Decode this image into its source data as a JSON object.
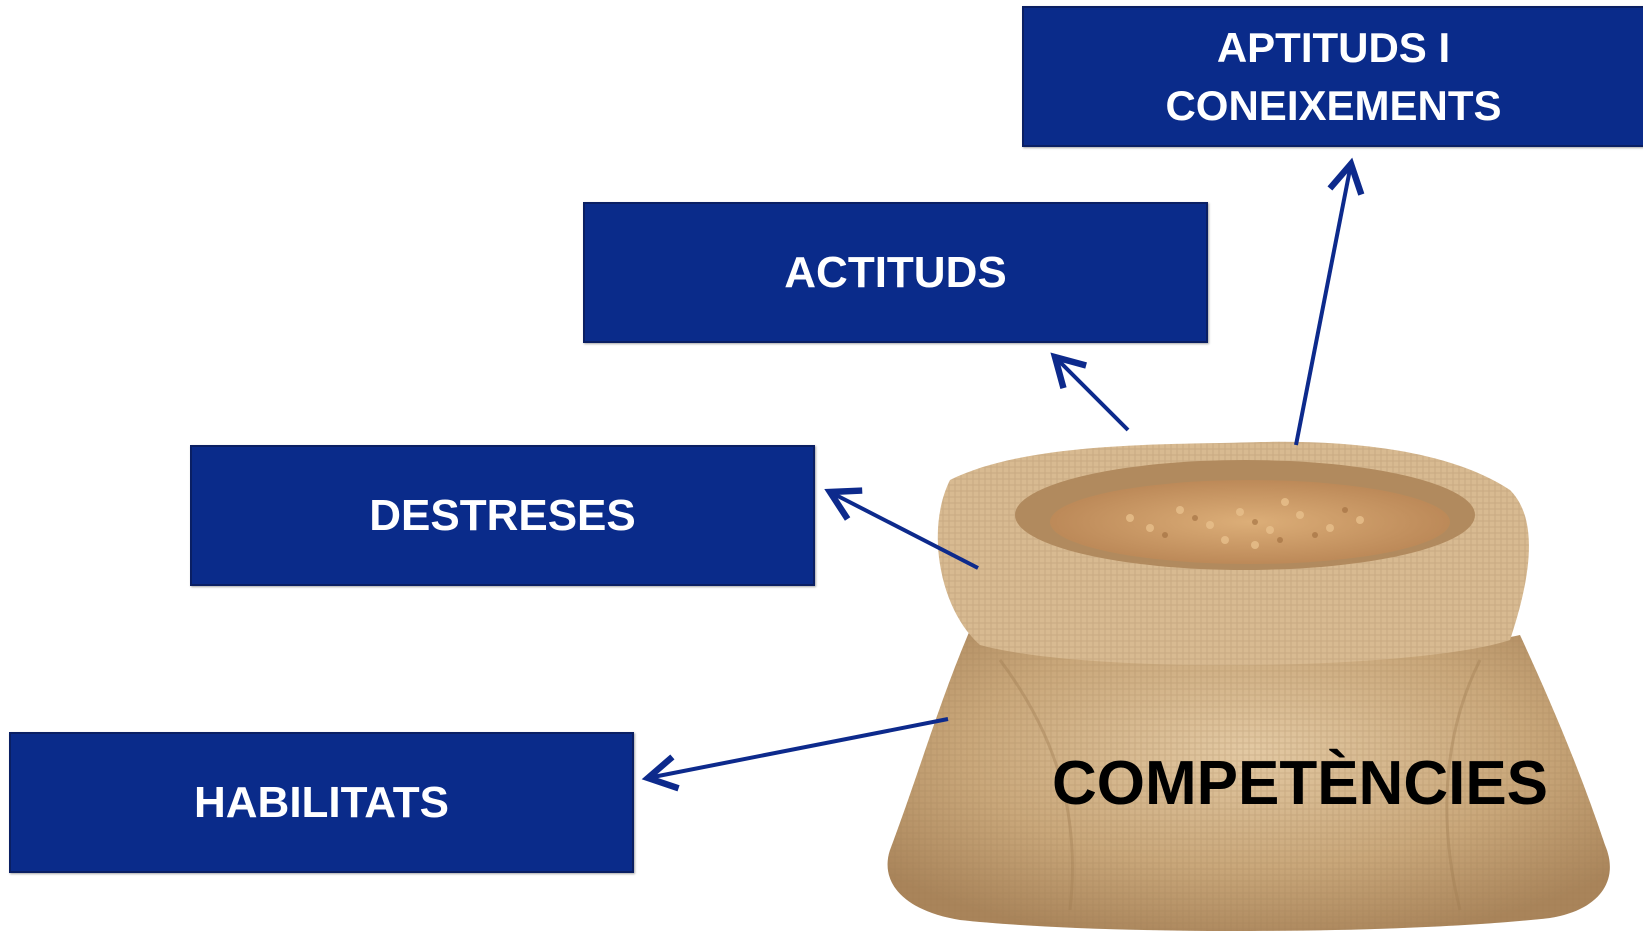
{
  "boxes": {
    "aptituds": {
      "line1": "APTITUDS I",
      "line2": "CONEIXEMENTS"
    },
    "actituds": "ACTITUDS",
    "destreses": "DESTRESES",
    "habilitats": "HABILITATS"
  },
  "center": {
    "label": "COMPETÈNCIES",
    "image": "grain-sack"
  },
  "colors": {
    "box_fill": "#0a2b8a",
    "arrow": "#0d2a8c",
    "sack": "#c9a77a",
    "grain": "#cf9e67"
  }
}
